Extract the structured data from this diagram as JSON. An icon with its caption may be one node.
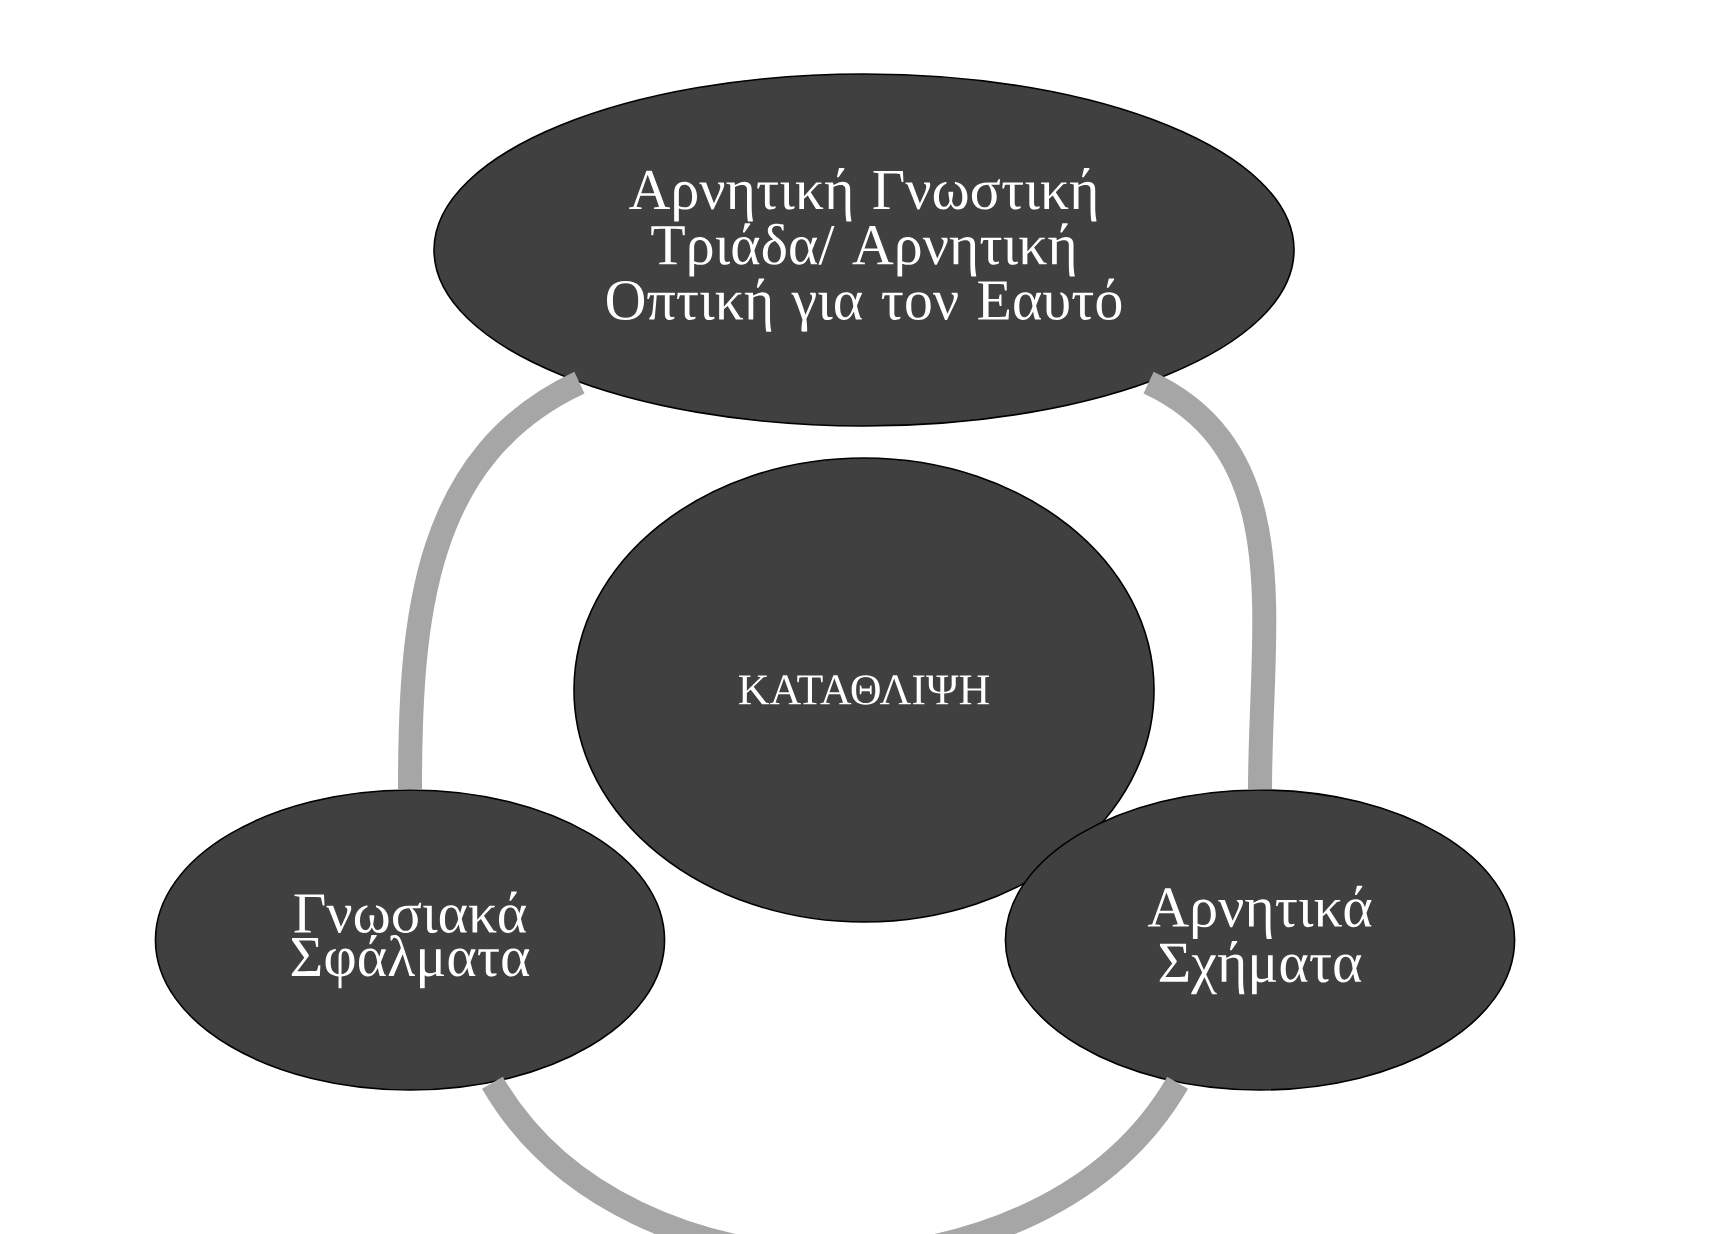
{
  "diagram": {
    "nodes": [
      {
        "text": [
          "Αρνητική Γνωστική Τριάδα/ Αρνητική Οπτική για τον Εαυτό"
        ]
      },
      {
        "text": [
          "ΚΑΤΑΘΛΙΨΗ"
        ]
      },
      {
        "text": [
          "Γνωσιακά Σφάλματα"
        ]
      },
      {
        "text": [
          "Αρνητικά Σχήματα"
        ]
      }
    ],
    "edges": [
      {
        "from": 2,
        "to": 0,
        "arrow": "none"
      },
      {
        "from": 0,
        "to": 3,
        "arrow": "none"
      },
      {
        "from": 3,
        "to": 2,
        "arrow": "none"
      }
    ]
  }
}
